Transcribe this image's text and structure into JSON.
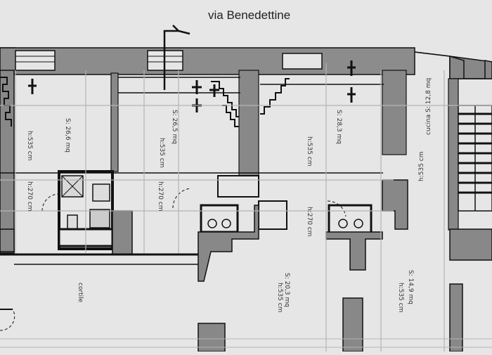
{
  "street": "via Benedettine",
  "rooms": [
    {
      "area": "S: 26,6 mq",
      "height": "h:535 cm"
    },
    {
      "area": "S: 26,5 mq",
      "height": "h:535 cm"
    },
    {
      "area": "S: 28,3 mq",
      "height": "h:535 cm"
    },
    {
      "area": "cucina S: 12,8 mq",
      "height": "h:535 cm"
    },
    {
      "area": "S: 20,3 mq",
      "height": "h:535 cm"
    },
    {
      "area": "S: 14,9 mq",
      "height": "h:535 cm"
    }
  ],
  "mezzanines": [
    "h:270 cm",
    "h:270 cm",
    "h:270 cm"
  ],
  "courtyard": "cortile",
  "colors": {
    "wall": "#888888",
    "line": "#111111",
    "background": "#e6e6e6",
    "dim": "#b5b5b5"
  }
}
